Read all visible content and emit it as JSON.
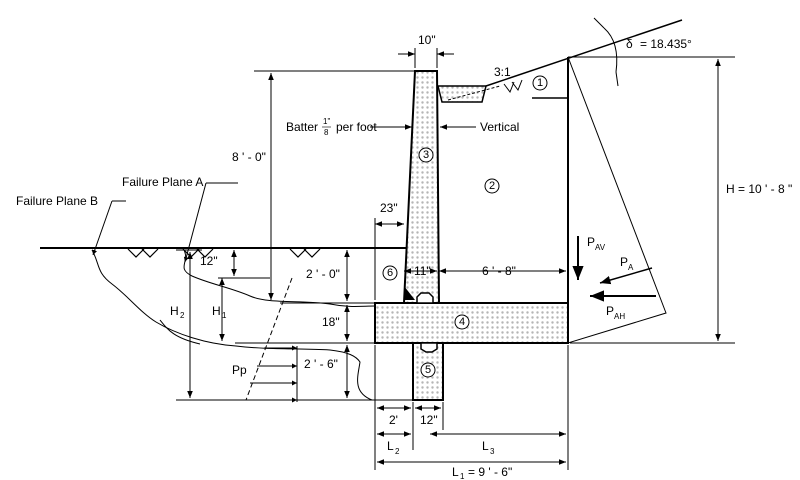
{
  "labels": {
    "delta": "δ",
    "delta_val": "= 18.435°",
    "thickness_top": "10\"",
    "slope": "3:1",
    "batter_a": "Batter",
    "batter_num": "1\"",
    "batter_den": "8",
    "batter_b": "per foot",
    "vertical": "Vertical",
    "stem_height": "8 ' - 0\"",
    "total_height": "H = 10 ' - 8 \"",
    "failure_plane_a": "Failure Plane A",
    "failure_plane_b": "Failure Plane B",
    "toe_length": "23\"",
    "depth_12": "12\"",
    "depth_2ft": "2 ' - 0\"",
    "footing_thk": "18\"",
    "stem_base": "11\"",
    "heel_width": "6 ' - 8\"",
    "key_depth": "2 ' - 6\"",
    "pp": "Pp",
    "h2": "H",
    "h2_sub": "2",
    "h1": "H",
    "h1_sub": "1",
    "pav": "P",
    "pav_sub": "AV",
    "pa": "P",
    "pa_sub": "A",
    "pah": "P",
    "pah_sub": "AH",
    "key_offset": "2'",
    "key_width": "12\"",
    "l2": "L",
    "l2_sub": "2",
    "l3": "L",
    "l3_sub": "3",
    "l1": "L",
    "l1_sub": "1",
    "l1_val": "= 9 ' - 6\""
  },
  "regions": [
    "1",
    "2",
    "3",
    "4",
    "5",
    "6"
  ]
}
